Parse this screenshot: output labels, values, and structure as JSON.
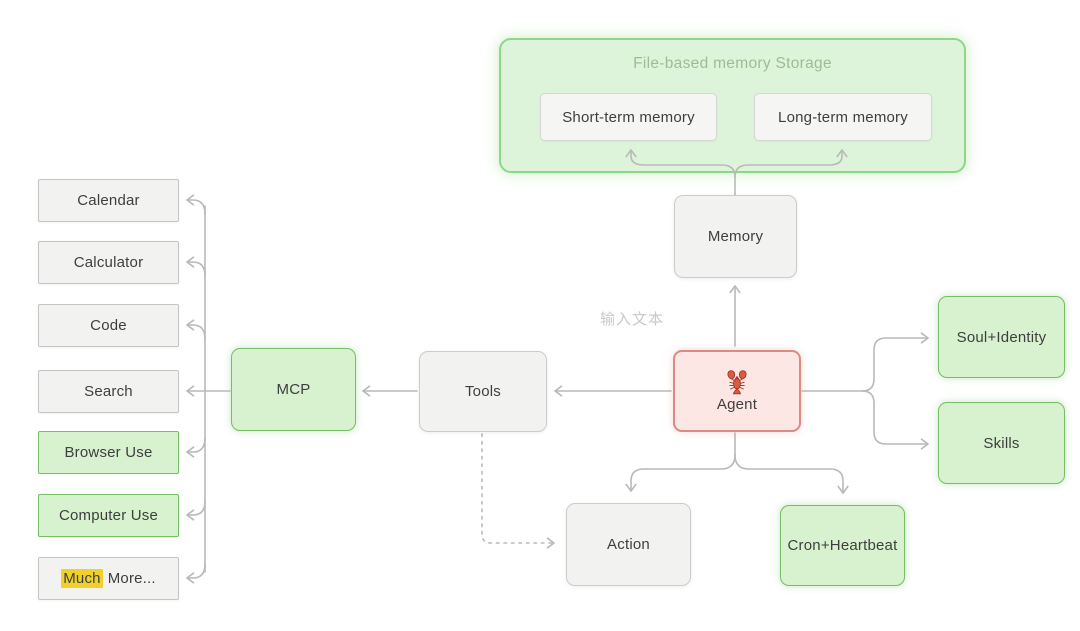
{
  "theme": {
    "green_fill": "#d8f1cf",
    "green_border": "#77bd65",
    "storage_fill": "#def4da",
    "storage_border": "#8fd788",
    "storage_title": "#9dbb96",
    "gray_fill": "#f2f2f1",
    "gray_border": "#c4c4c4",
    "rounded_gray_border": "#cccccc",
    "red_fill": "#fce7e4",
    "red_border": "#db8b81",
    "arrow": "#b9b9b9",
    "text": "#3e3e3e",
    "muted": "#c9c9c9",
    "highlight": "#f0d02a"
  },
  "storage": {
    "title": "File-based memory Storage",
    "children": {
      "short_term": {
        "label": "Short-term memory"
      },
      "long_term": {
        "label": "Long-term memory"
      }
    }
  },
  "nodes": {
    "memory": {
      "label": "Memory"
    },
    "agent": {
      "label": "Agent",
      "icon": "lobster-icon"
    },
    "tools": {
      "label": "Tools"
    },
    "mcp": {
      "label": "MCP"
    },
    "soul_identity": {
      "label": "Soul+Identity"
    },
    "skills": {
      "label": "Skills"
    },
    "action": {
      "label": "Action"
    },
    "cron_heartbeat": {
      "label": "Cron+Heartbeat"
    }
  },
  "left_column": {
    "items": [
      {
        "label": "Calendar",
        "variant": "gray"
      },
      {
        "label": "Calculator",
        "variant": "gray"
      },
      {
        "label": "Code",
        "variant": "gray"
      },
      {
        "label": "Search",
        "variant": "gray"
      },
      {
        "label": "Browser Use",
        "variant": "green"
      },
      {
        "label": "Computer Use",
        "variant": "green"
      }
    ],
    "much_more": {
      "highlight": "Much",
      "rest": "More...",
      "variant": "gray"
    }
  },
  "annotations": {
    "input_text": {
      "label": "输入文本"
    }
  }
}
